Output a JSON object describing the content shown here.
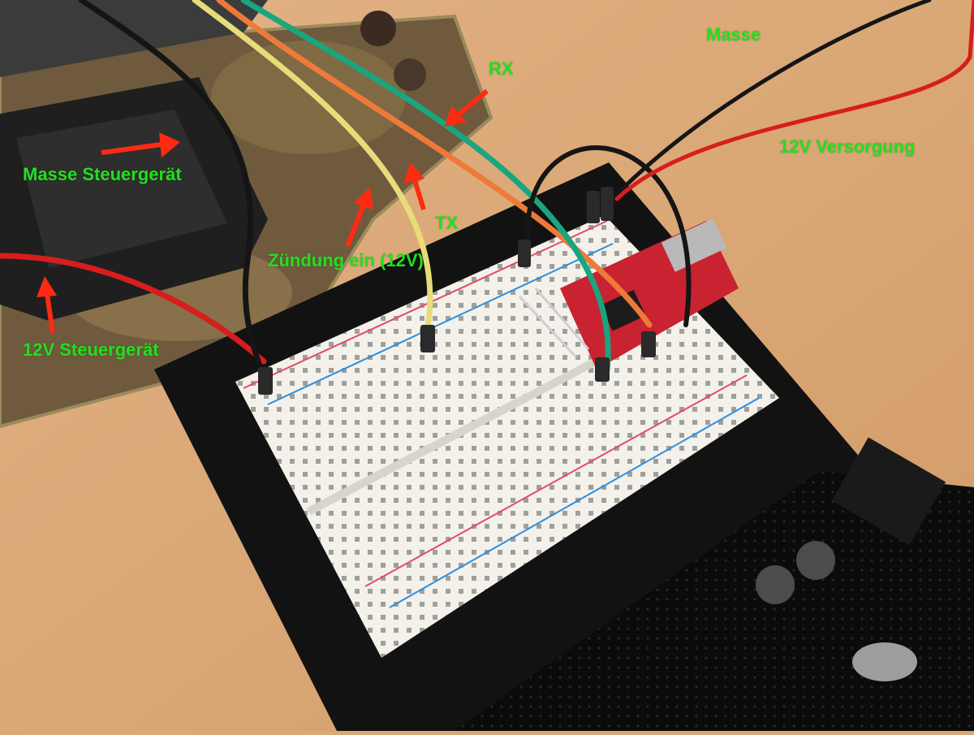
{
  "photo": {
    "labels": {
      "masse": "Masse",
      "rx": "RX",
      "tx": "TX",
      "versorgung": "12V Versorgung",
      "masse_steuergeraet": "Masse Steuergerät",
      "zuendung": "Zündung ein (12V)",
      "steuergeraet_12v": "12V Steuergerät"
    },
    "label_color": "#22e01c",
    "arrow_color": "#ff2a12",
    "wire_colors": {
      "black": "#151515",
      "red": "#d81d1d",
      "yellow": "#e8dc7a",
      "orange": "#ee7a3a",
      "green": "#1aa57f"
    },
    "boards": [
      {
        "name": "ECU circuit board",
        "color": "#7d6a4e"
      },
      {
        "name": "Breadboard",
        "color": "#f3f1ea"
      },
      {
        "name": "USB-serial adapter",
        "color": "#c92230"
      },
      {
        "name": "Arduino UNO clone",
        "color": "#121212"
      }
    ]
  }
}
